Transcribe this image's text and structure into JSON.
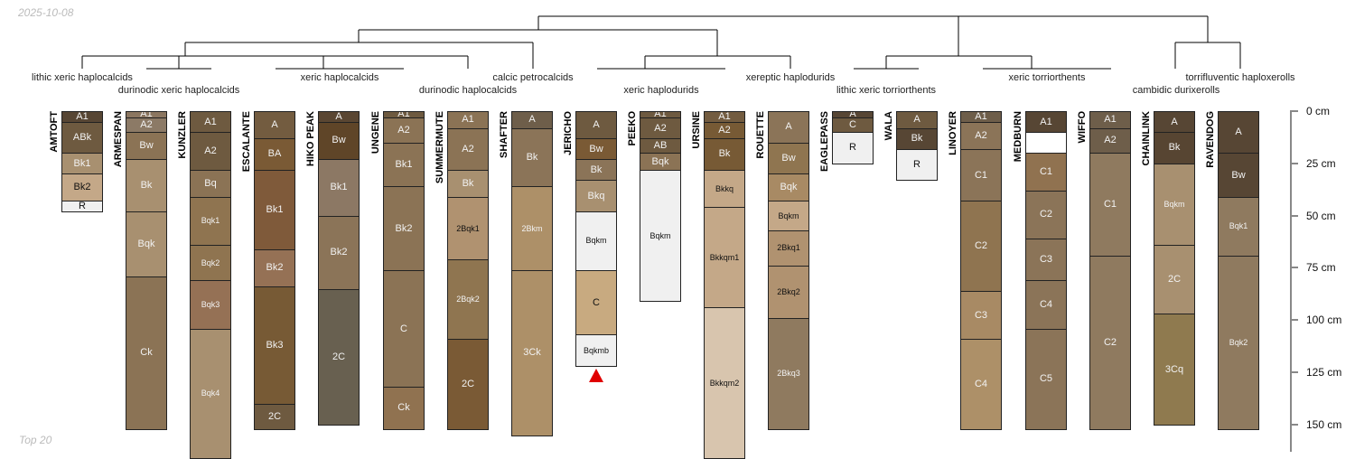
{
  "header": {
    "date": "2025-10-08"
  },
  "footer": {
    "label": "Top 20"
  },
  "taxonomy_labels": [
    {
      "text": "lithic xeric haplocalcids",
      "row": 1
    },
    {
      "text": "durinodic xeric haplocalcids",
      "row": 2
    },
    {
      "text": "xeric haplocalcids",
      "row": 1
    },
    {
      "text": "durinodic haplocalcids",
      "row": 2
    },
    {
      "text": "calcic petrocalcids",
      "row": 1
    },
    {
      "text": "xeric haplodurids",
      "row": 2
    },
    {
      "text": "xereptic haplodurids",
      "row": 1
    },
    {
      "text": "lithic xeric torriorthents",
      "row": 2
    },
    {
      "text": "xeric torriorthents",
      "row": 1
    },
    {
      "text": "cambidic durixerolls",
      "row": 2
    },
    {
      "text": "torrifluventic haploxerolls",
      "row": 1
    }
  ],
  "depth_axis": {
    "unit": "cm",
    "ticks": [
      "0 cm",
      "25 cm",
      "50 cm",
      "75 cm",
      "100 cm",
      "125 cm",
      "150 cm"
    ],
    "tick_values": [
      0,
      25,
      50,
      75,
      100,
      125,
      150
    ]
  },
  "profiles": [
    {
      "name": "AMTOFT",
      "horizons": [
        [
          "A1",
          0,
          5,
          "#574634"
        ],
        [
          "ABk",
          5,
          20,
          "#6e5a40"
        ],
        [
          "Bk1",
          20,
          30,
          "#a89070"
        ],
        [
          "Bk2",
          30,
          43,
          "#c4a888"
        ],
        [
          "R",
          43,
          48,
          "#f0f0f0"
        ]
      ]
    },
    {
      "name": "ARMESPAN",
      "horizons": [
        [
          "A1",
          0,
          3,
          "#8b7660"
        ],
        [
          "A2",
          3,
          10,
          "#8c7a66"
        ],
        [
          "Bw",
          10,
          23,
          "#8b7355"
        ],
        [
          "Bk",
          23,
          48,
          "#a89070"
        ],
        [
          "Bqk",
          48,
          79,
          "#a89070"
        ],
        [
          "Ck",
          79,
          152,
          "#8b7355"
        ]
      ]
    },
    {
      "name": "KUNZLER",
      "horizons": [
        [
          "A1",
          0,
          10,
          "#6e5a40"
        ],
        [
          "A2",
          10,
          28,
          "#6e5a40"
        ],
        [
          "Bq",
          28,
          41,
          "#8b7355"
        ],
        [
          "Bqk1",
          41,
          64,
          "#8f7450"
        ],
        [
          "Bqk2",
          64,
          81,
          "#8f7450"
        ],
        [
          "Bqk3",
          81,
          104,
          "#957155"
        ],
        [
          "Bqk4",
          104,
          166,
          "#a89070"
        ]
      ]
    },
    {
      "name": "ESCALANTE",
      "horizons": [
        [
          "A",
          0,
          13,
          "#735c40"
        ],
        [
          "BA",
          13,
          28,
          "#7a5a35"
        ],
        [
          "Bk1",
          28,
          66,
          "#7f5a3a"
        ],
        [
          "Bk2",
          66,
          84,
          "#957155"
        ],
        [
          "Bk3",
          84,
          140,
          "#775a35"
        ],
        [
          "2C",
          140,
          152,
          "#6e5a40"
        ]
      ]
    },
    {
      "name": "HIKO PEAK",
      "horizons": [
        [
          "A",
          0,
          5,
          "#5a4632"
        ],
        [
          "Bw",
          5,
          23,
          "#5f4528"
        ],
        [
          "Bk1",
          23,
          50,
          "#8c7864"
        ],
        [
          "Bk2",
          50,
          85,
          "#8b7458"
        ],
        [
          "2C",
          85,
          150,
          "#686050"
        ]
      ]
    },
    {
      "name": "UNGENE",
      "horizons": [
        [
          "A1",
          0,
          3,
          "#6e5a40"
        ],
        [
          "A2",
          3,
          15,
          "#8b7355"
        ],
        [
          "Bk1",
          15,
          36,
          "#8b7355"
        ],
        [
          "Bk2",
          36,
          76,
          "#8b7355"
        ],
        [
          "C",
          76,
          132,
          "#8b7355"
        ],
        [
          "Ck",
          132,
          152,
          "#907250"
        ]
      ]
    },
    {
      "name": "SUMMERMUTE",
      "horizons": [
        [
          "A1",
          0,
          8,
          "#8b7355"
        ],
        [
          "A2",
          8,
          28,
          "#8b7355"
        ],
        [
          "Bk",
          28,
          41,
          "#a89070"
        ],
        [
          "2Bqk1",
          41,
          71,
          "#b09270"
        ],
        [
          "2Bqk2",
          71,
          109,
          "#8f7550"
        ],
        [
          "2C",
          109,
          152,
          "#7a5a35"
        ]
      ]
    },
    {
      "name": "SHAFTER",
      "horizons": [
        [
          "A",
          0,
          8,
          "#6e5e4a"
        ],
        [
          "Bk",
          8,
          36,
          "#8b7458"
        ],
        [
          "2Bkm",
          36,
          76,
          "#ad9068"
        ],
        [
          "3Ck",
          76,
          155,
          "#ad9068"
        ]
      ]
    },
    {
      "name": "JERICHO",
      "truncated": true,
      "horizons": [
        [
          "A",
          0,
          13,
          "#6e5a40"
        ],
        [
          "Bw",
          13,
          23,
          "#7a5a35"
        ],
        [
          "Bk",
          23,
          33,
          "#8b7458"
        ],
        [
          "Bkq",
          33,
          48,
          "#a89070"
        ],
        [
          "Bqkm",
          48,
          76,
          "#f0f0f0"
        ],
        [
          "C",
          76,
          107,
          "#c8aa80"
        ],
        [
          "Bqkmb",
          107,
          122,
          "#f0f0f0"
        ]
      ]
    },
    {
      "name": "PEEKO",
      "horizons": [
        [
          "A1",
          0,
          3,
          "#6e5a40"
        ],
        [
          "A2",
          3,
          13,
          "#6e5a40"
        ],
        [
          "AB",
          13,
          20,
          "#6e5a40"
        ],
        [
          "Bqk",
          20,
          28,
          "#8b7355"
        ],
        [
          "Bqkm",
          28,
          91,
          "#f0f0f0"
        ]
      ]
    },
    {
      "name": "URSINE",
      "horizons": [
        [
          "A1",
          0,
          5,
          "#735c40"
        ],
        [
          "A2",
          5,
          13,
          "#775a35"
        ],
        [
          "Bk",
          13,
          28,
          "#775a35"
        ],
        [
          "Bkkq",
          28,
          46,
          "#c4a888"
        ],
        [
          "Bkkqm1",
          46,
          94,
          "#c4a888"
        ],
        [
          "Bkkqm2",
          94,
          166,
          "#d8c5ae"
        ]
      ]
    },
    {
      "name": "ROUETTE",
      "horizons": [
        [
          "A",
          0,
          15,
          "#8b7458"
        ],
        [
          "Bw",
          15,
          30,
          "#8f7550"
        ],
        [
          "Bqk",
          30,
          43,
          "#a88a64"
        ],
        [
          "Bqkm",
          43,
          57,
          "#c4a888"
        ],
        [
          "2Bkq1",
          57,
          74,
          "#b09270"
        ],
        [
          "2Bkq2",
          74,
          99,
          "#b09270"
        ],
        [
          "2Bkq3",
          99,
          152,
          "#8f7a5f"
        ]
      ]
    },
    {
      "name": "EAGLEPASS",
      "horizons": [
        [
          "A",
          0,
          3,
          "#574634"
        ],
        [
          "C",
          3,
          10,
          "#6e5a40"
        ],
        [
          "R",
          10,
          25,
          "#f0f0f0"
        ]
      ]
    },
    {
      "name": "WALA",
      "horizons": [
        [
          "A",
          0,
          8,
          "#6e5a40"
        ],
        [
          "Bk",
          8,
          18,
          "#574634"
        ],
        [
          "R",
          18,
          33,
          "#f0f0f0"
        ]
      ]
    },
    {
      "name": "LINOYER",
      "horizons": [
        [
          "A1",
          0,
          5,
          "#6e5e4a"
        ],
        [
          "A2",
          5,
          18,
          "#8b7458"
        ],
        [
          "C1",
          18,
          43,
          "#8b7458"
        ],
        [
          "C2",
          43,
          86,
          "#8f7450"
        ],
        [
          "C3",
          86,
          109,
          "#a88a64"
        ],
        [
          "C4",
          109,
          152,
          "#ad9068"
        ]
      ]
    },
    {
      "name": "MEDBURN",
      "horizons": [
        [
          "A1",
          0,
          10,
          "#574634"
        ],
        [
          "",
          10,
          20,
          "#ffffff"
        ],
        [
          "C1",
          20,
          38,
          "#907250"
        ],
        [
          "C2",
          38,
          61,
          "#8b7458"
        ],
        [
          "C3",
          61,
          81,
          "#8b7458"
        ],
        [
          "C4",
          81,
          104,
          "#8b7458"
        ],
        [
          "C5",
          104,
          152,
          "#8b7458"
        ]
      ]
    },
    {
      "name": "WIFFO",
      "horizons": [
        [
          "A1",
          0,
          8,
          "#6e5e4a"
        ],
        [
          "A2",
          8,
          20,
          "#6e5e4a"
        ],
        [
          "C1",
          20,
          69,
          "#8f7a5f"
        ],
        [
          "C2",
          69,
          152,
          "#8f7a5f"
        ]
      ]
    },
    {
      "name": "CHAINLINK",
      "horizons": [
        [
          "A",
          0,
          10,
          "#574634"
        ],
        [
          "Bk",
          10,
          25,
          "#574532"
        ],
        [
          "Bqkm",
          25,
          64,
          "#a89070"
        ],
        [
          "2C",
          64,
          97,
          "#a89070"
        ],
        [
          "3Cq",
          97,
          150,
          "#8f7a4f"
        ]
      ]
    },
    {
      "name": "RAVENDOG",
      "horizons": [
        [
          "A",
          0,
          20,
          "#574634"
        ],
        [
          "Bw",
          20,
          41,
          "#574634"
        ],
        [
          "Bqk1",
          41,
          69,
          "#8f7a5f"
        ],
        [
          "Bqk2",
          69,
          152,
          "#8f7a5f"
        ]
      ]
    }
  ],
  "colors": {
    "truncation_marker": "#e00000",
    "dendrogram": "#000000",
    "axis": "#888888"
  }
}
